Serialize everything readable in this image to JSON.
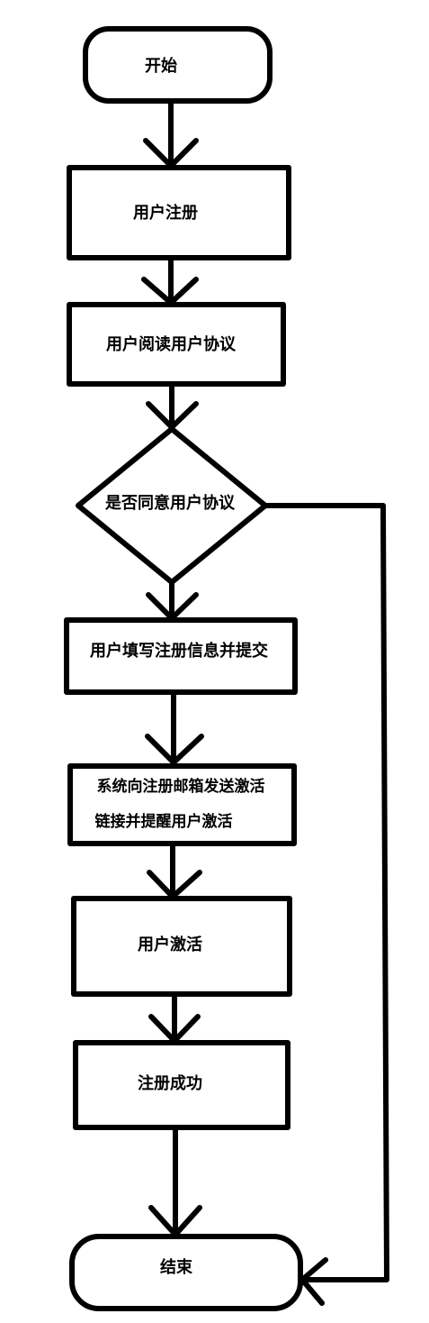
{
  "nodes": [
    {
      "id": "start",
      "type": "terminal",
      "label": "开始"
    },
    {
      "id": "register",
      "type": "process",
      "label": "用户注册"
    },
    {
      "id": "read",
      "type": "process",
      "label": "用户阅读用户协议"
    },
    {
      "id": "agree",
      "type": "decision",
      "label": "是否同意用户协议"
    },
    {
      "id": "fill",
      "type": "process",
      "label": "用户填写注册信息并提交"
    },
    {
      "id": "send",
      "type": "process",
      "label_lines": [
        "系统向注册邮箱发送激活",
        "链接并提醒用户激活"
      ]
    },
    {
      "id": "activate",
      "type": "process",
      "label": "用户激活"
    },
    {
      "id": "success",
      "type": "process",
      "label": "注册成功"
    },
    {
      "id": "end",
      "type": "terminal",
      "label": "结束"
    }
  ],
  "edges": [
    {
      "from": "start",
      "to": "register"
    },
    {
      "from": "register",
      "to": "read"
    },
    {
      "from": "read",
      "to": "agree"
    },
    {
      "from": "agree",
      "to": "fill"
    },
    {
      "from": "agree",
      "to": "end"
    },
    {
      "from": "fill",
      "to": "send"
    },
    {
      "from": "send",
      "to": "activate"
    },
    {
      "from": "activate",
      "to": "success"
    },
    {
      "from": "success",
      "to": "end"
    }
  ]
}
